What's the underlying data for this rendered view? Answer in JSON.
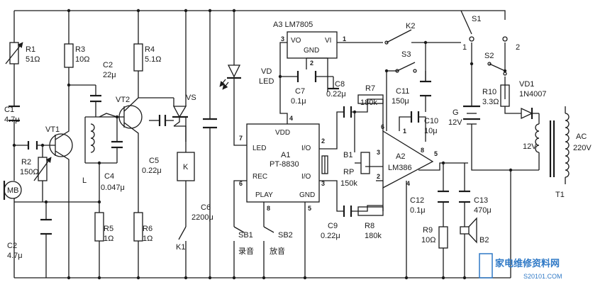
{
  "components": {
    "R1": {
      "ref": "R1",
      "value": "51Ω"
    },
    "R3": {
      "ref": "R3",
      "value": "10Ω"
    },
    "C2a": {
      "ref": "C2",
      "value": "22μ"
    },
    "R4": {
      "ref": "R4",
      "value": "5.1Ω"
    },
    "VS": {
      "ref": "VS"
    },
    "A3": {
      "ref": "A3 LM7805",
      "vo": "VO",
      "vi": "VI",
      "gnd": "GND",
      "pin3": "3",
      "pin2": "2",
      "pin1": "1"
    },
    "K2": {
      "ref": "K2"
    },
    "S1": {
      "ref": "S1",
      "pos1": "1",
      "pos2": "2"
    },
    "S2": {
      "ref": "S2"
    },
    "S3": {
      "ref": "S3"
    },
    "VD": {
      "ref": "VD",
      "name": "LED"
    },
    "C7": {
      "ref": "C7",
      "value": "0.1μ"
    },
    "C8": {
      "ref": "C8",
      "value": "0.22μ"
    },
    "R7": {
      "ref": "R7",
      "value": "180k"
    },
    "C11": {
      "ref": "C11",
      "value": "150μ"
    },
    "R10": {
      "ref": "R10",
      "value": "3.3Ω"
    },
    "VD1": {
      "ref": "VD1",
      "value": "1N4007"
    },
    "G": {
      "ref": "G",
      "value": "12V"
    },
    "C1": {
      "ref": "C1",
      "value": "4.7μ"
    },
    "VT1": {
      "ref": "VT1"
    },
    "VT2": {
      "ref": "VT2"
    },
    "R2": {
      "ref": "R2",
      "value": "150Ω"
    },
    "MB": {
      "ref": "MB"
    },
    "C2b": {
      "ref": "C2",
      "value": "4.7μ"
    },
    "L": {
      "ref": "L"
    },
    "C4": {
      "ref": "C4",
      "value": "0.047μ"
    },
    "C5": {
      "ref": "C5",
      "value": "0.22μ"
    },
    "K": {
      "ref": "K"
    },
    "C6": {
      "ref": "C6",
      "value": "2200μ"
    },
    "K1": {
      "ref": "K1"
    },
    "R5": {
      "ref": "R5",
      "value": "1Ω"
    },
    "R6": {
      "ref": "R6",
      "value": "1Ω"
    },
    "A1": {
      "ref": "A1",
      "part": "PT-8830",
      "vdd": "VDD",
      "led": "LED",
      "io1": "I/O",
      "io2": "I/O",
      "rec": "REC",
      "play": "PLAY",
      "gnd": "GND",
      "p7": "7",
      "p4": "4",
      "p2": "2",
      "p3": "3",
      "p6": "6",
      "p8": "8",
      "p5": "5"
    },
    "B1": {
      "ref": "B1"
    },
    "RP": {
      "ref": "RP",
      "value": "150k"
    },
    "C9": {
      "ref": "C9",
      "value": "0.22μ"
    },
    "R8": {
      "ref": "R8",
      "value": "180k"
    },
    "A2": {
      "ref": "A2",
      "part": "LM386",
      "p6": "6",
      "p1": "1",
      "p8": "8",
      "p3": "3",
      "p2": "2",
      "p5": "5",
      "p4": "4"
    },
    "C10": {
      "ref": "C10",
      "value": "10μ"
    },
    "C12": {
      "ref": "C12",
      "value": "0.1μ"
    },
    "C13": {
      "ref": "C13",
      "value": "470μ"
    },
    "R9": {
      "ref": "R9",
      "value": "10Ω"
    },
    "B2": {
      "ref": "B2"
    },
    "SB1": {
      "ref": "SB1",
      "label": "录音"
    },
    "SB2": {
      "ref": "SB2",
      "label": "放音"
    },
    "T1": {
      "ref": "T1",
      "secondary": "12V",
      "primary": "AC",
      "primary_v": "220V"
    }
  },
  "watermark": {
    "text": "家电维修资料网",
    "url": "S20101.COM"
  }
}
